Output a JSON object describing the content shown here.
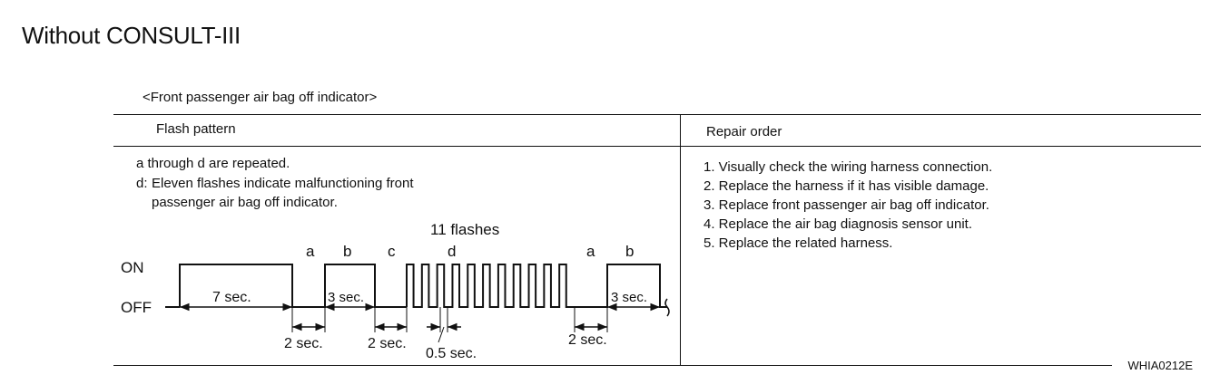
{
  "title": "Without CONSULT-III",
  "subtitle": "<Front passenger air bag off indicator>",
  "table": {
    "flash_header": "Flash pattern",
    "repair_header": "Repair order",
    "notes": {
      "line1": "a through d are repeated.",
      "line2_prefix": "d:",
      "line2_text": "Eleven flashes indicate malfunctioning front",
      "line3": "passenger air bag off indicator."
    },
    "repair_steps": [
      "1. Visually check the wiring harness connection.",
      "2. Replace the harness if it has visible damage.",
      "3. Replace front passenger air bag off indicator.",
      "4. Replace the air bag diagnosis sensor unit.",
      "5. Replace the related harness."
    ]
  },
  "diagram": {
    "on_label": "ON",
    "off_label": "OFF",
    "flashes_label": "11 flashes",
    "segment_letters": [
      "a",
      "b",
      "c",
      "d",
      "a",
      "b"
    ],
    "dur_7": "7 sec.",
    "dur_3a": "3 sec.",
    "dur_3b": "3 sec.",
    "dur_2a": "2 sec.",
    "dur_2b": "2 sec.",
    "dur_2c": "2 sec.",
    "dur_05": "0.5 sec.",
    "flash_count": 11
  },
  "figure_code": "WHIA0212E"
}
